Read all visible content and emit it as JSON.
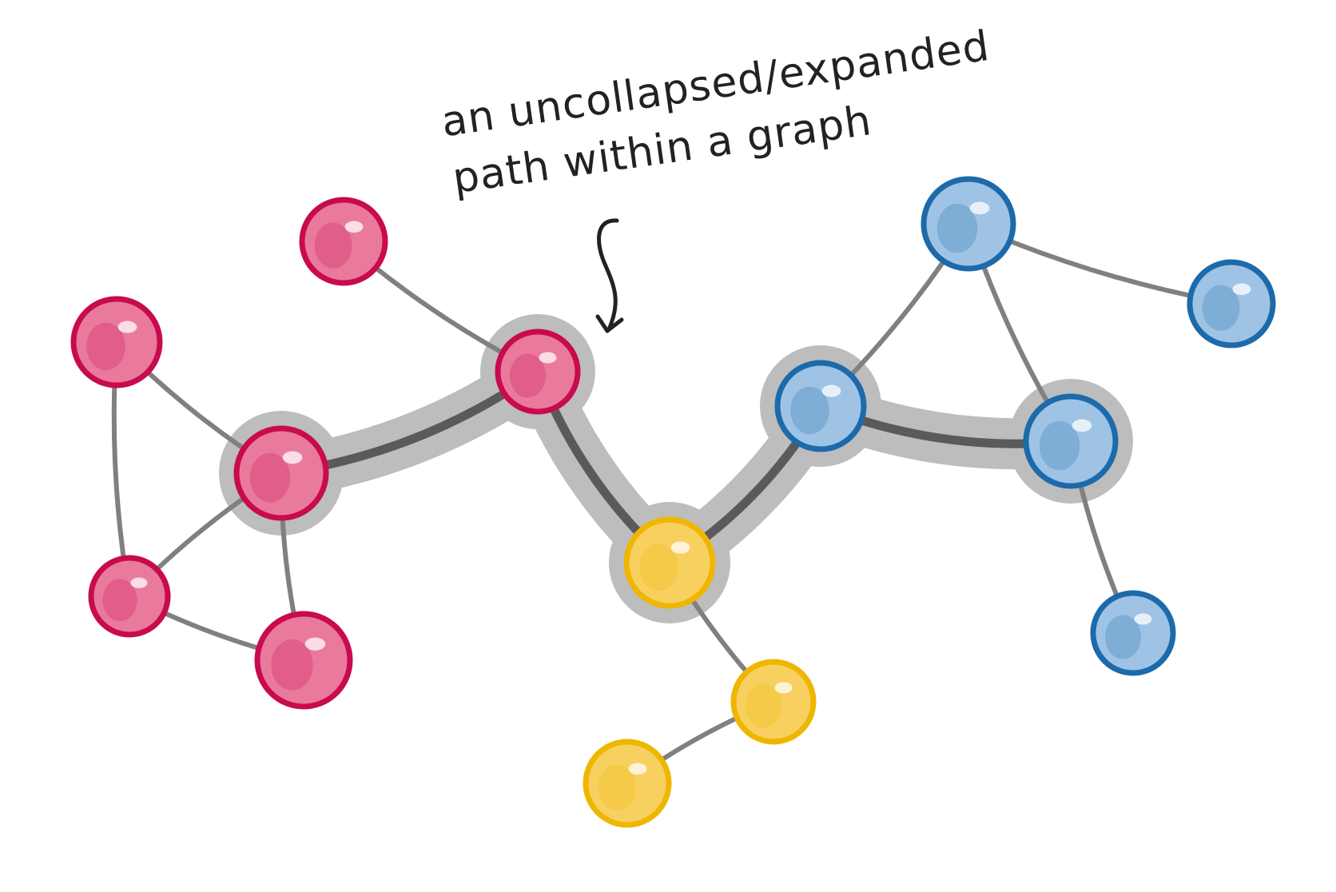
{
  "annotation": {
    "line1": "an uncollapsed/expanded",
    "line2": "path within a graph"
  },
  "colors": {
    "red": "#c80a4e",
    "red_fill": "#e97a9c",
    "yellow": "#efb600",
    "yellow_fill": "#f7d060",
    "blue": "#1c6aaa",
    "blue_fill": "#9fc3e4",
    "edge": "#808080",
    "path_edge": "#5a5a5a",
    "path_highlight": "#bdbdbd",
    "ink": "#222222"
  },
  "graph": {
    "nodes": [
      {
        "id": "r1",
        "group": "red"
      },
      {
        "id": "r2",
        "group": "red"
      },
      {
        "id": "r3",
        "group": "red",
        "on_path": true
      },
      {
        "id": "r4",
        "group": "red",
        "on_path": true
      },
      {
        "id": "r5",
        "group": "red"
      },
      {
        "id": "r6",
        "group": "red"
      },
      {
        "id": "y1",
        "group": "yellow",
        "on_path": true
      },
      {
        "id": "y2",
        "group": "yellow"
      },
      {
        "id": "y3",
        "group": "yellow"
      },
      {
        "id": "b1",
        "group": "blue",
        "on_path": true
      },
      {
        "id": "b2",
        "group": "blue"
      },
      {
        "id": "b3",
        "group": "blue"
      },
      {
        "id": "b4",
        "group": "blue",
        "on_path": true
      },
      {
        "id": "b5",
        "group": "blue"
      }
    ],
    "edges": [
      {
        "from": "r1",
        "to": "r4"
      },
      {
        "from": "r2",
        "to": "r3"
      },
      {
        "from": "r2",
        "to": "r5"
      },
      {
        "from": "r3",
        "to": "r5"
      },
      {
        "from": "r3",
        "to": "r6"
      },
      {
        "from": "r5",
        "to": "r6"
      },
      {
        "from": "r3",
        "to": "r4",
        "path": true
      },
      {
        "from": "r4",
        "to": "y1",
        "path": true
      },
      {
        "from": "y1",
        "to": "b1",
        "path": true
      },
      {
        "from": "b1",
        "to": "b4",
        "path": true
      },
      {
        "from": "y1",
        "to": "y2"
      },
      {
        "from": "y2",
        "to": "y3"
      },
      {
        "from": "b1",
        "to": "b2"
      },
      {
        "from": "b2",
        "to": "b3"
      },
      {
        "from": "b2",
        "to": "b4"
      },
      {
        "from": "b4",
        "to": "b5"
      }
    ]
  }
}
